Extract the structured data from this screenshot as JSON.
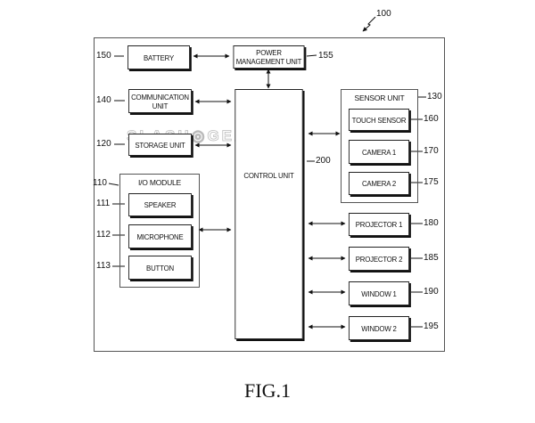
{
  "figure_number": "100",
  "caption": "FIG.1",
  "watermark": "SLASH◎GEAR",
  "blocks": {
    "battery": {
      "label": "BATTERY",
      "ref": "150"
    },
    "pmu": {
      "label": "POWER MANAGEMENT UNIT",
      "ref": "155"
    },
    "comm": {
      "label": "COMMUNICATION UNIT",
      "ref": "140"
    },
    "storage": {
      "label": "STORAGE UNIT",
      "ref": "120"
    },
    "control": {
      "label": "CONTROL UNIT",
      "ref": "200"
    },
    "io": {
      "label": "I/O MODULE",
      "ref": "110",
      "items": [
        {
          "label": "SPEAKER",
          "ref": "111"
        },
        {
          "label": "MICROPHONE",
          "ref": "112"
        },
        {
          "label": "BUTTON",
          "ref": "113"
        }
      ]
    },
    "sensor": {
      "label": "SENSOR UNIT",
      "ref": "130",
      "items": [
        {
          "label": "TOUCH SENSOR",
          "ref": "160"
        },
        {
          "label": "CAMERA 1",
          "ref": "170"
        },
        {
          "label": "CAMERA 2",
          "ref": "175"
        }
      ]
    },
    "outputs": [
      {
        "label": "PROJECTOR 1",
        "ref": "180"
      },
      {
        "label": "PROJECTOR 2",
        "ref": "185"
      },
      {
        "label": "WINDOW 1",
        "ref": "190"
      },
      {
        "label": "WINDOW 2",
        "ref": "195"
      }
    ]
  }
}
